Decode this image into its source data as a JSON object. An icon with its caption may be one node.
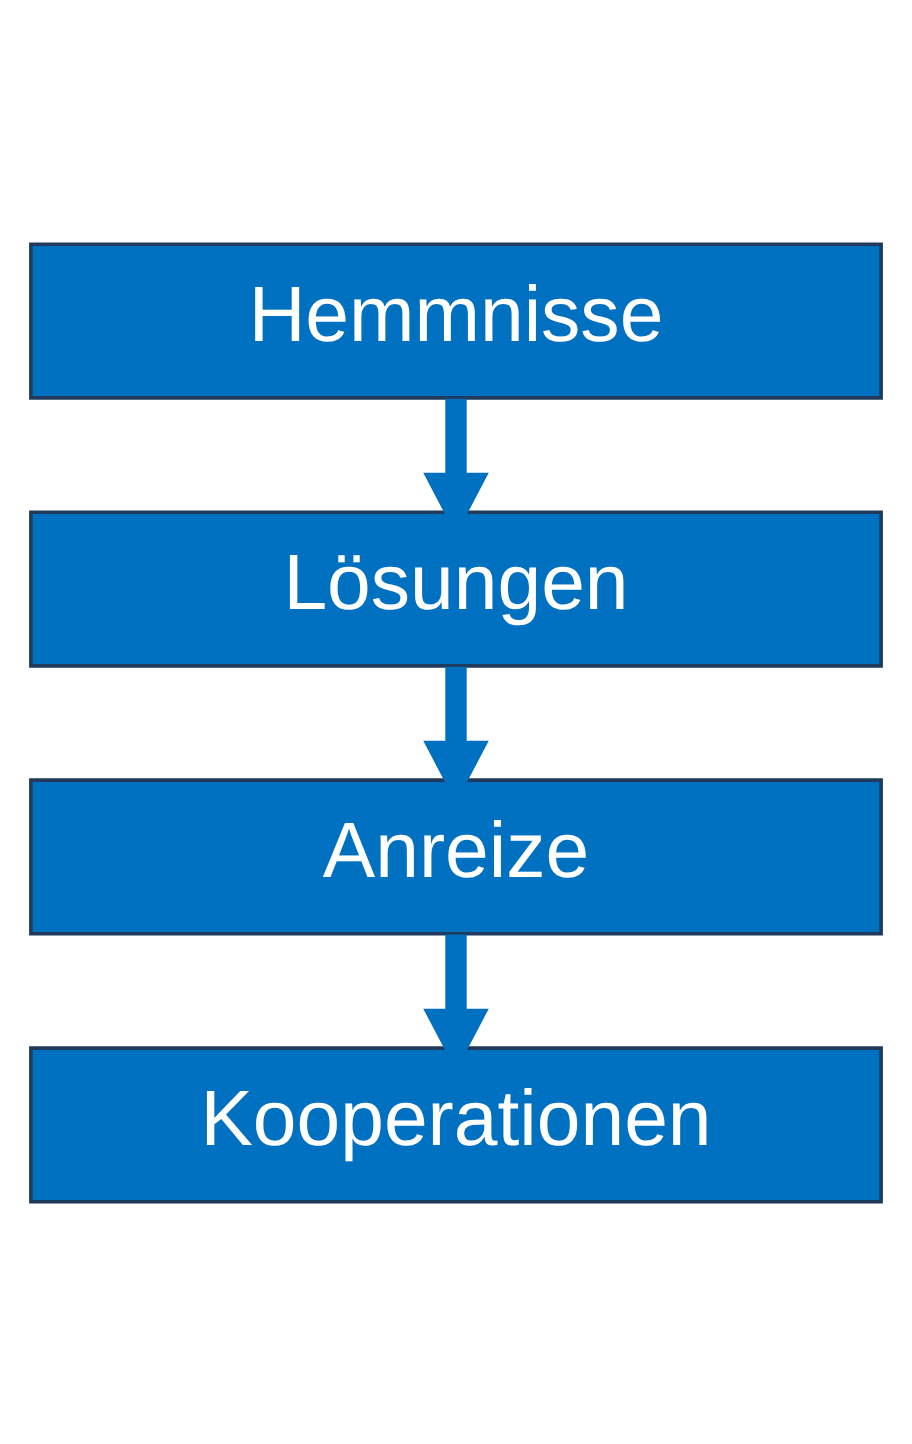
{
  "diagram": {
    "nodes": [
      {
        "text": [
          "Hemmnisse"
        ]
      },
      {
        "text": [
          "Lösungen"
        ]
      },
      {
        "text": [
          "Anreize"
        ]
      },
      {
        "text": [
          "Kooperationen"
        ]
      }
    ],
    "edges": [
      {
        "from": 0,
        "to": 1,
        "arrow": "to"
      },
      {
        "from": 1,
        "to": 2,
        "arrow": "to"
      },
      {
        "from": 2,
        "to": 3,
        "arrow": "to"
      }
    ]
  }
}
